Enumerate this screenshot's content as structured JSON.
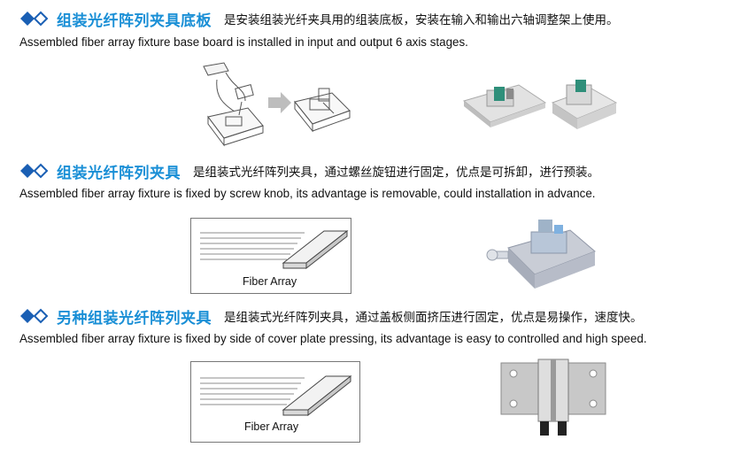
{
  "sections": [
    {
      "title": "组装光纤阵列夹具底板",
      "desc": "是安装组装光纤夹具用的组装底板，安装在输入和输出六轴调整架上使用。",
      "english": "Assembled fiber array fixture base board is installed in input and output 6 axis stages."
    },
    {
      "title": "组装光纤阵列夹具",
      "desc": "是组装式光纤阵列夹具，通过螺丝旋钮进行固定，优点是可拆卸，进行预装。",
      "english": "Assembled fiber array fixture is fixed by screw knob, its advantage is removable, could installation in advance.",
      "figure_label": "Fiber Array"
    },
    {
      "title": "另种组装光纤阵列夹具",
      "desc": "是组装式光纤阵列夹具，通过盖板侧面挤压进行固定，优点是易操作，速度快。",
      "english": "Assembled fiber array fixture is fixed by side of cover plate pressing, its advantage is easy to controlled and high speed.",
      "figure_label": "Fiber Array"
    }
  ],
  "colors": {
    "title": "#1a8fd6",
    "icon": "#1a5fb4",
    "border": "#777777"
  },
  "icons": [
    "double-diamond-icon"
  ]
}
